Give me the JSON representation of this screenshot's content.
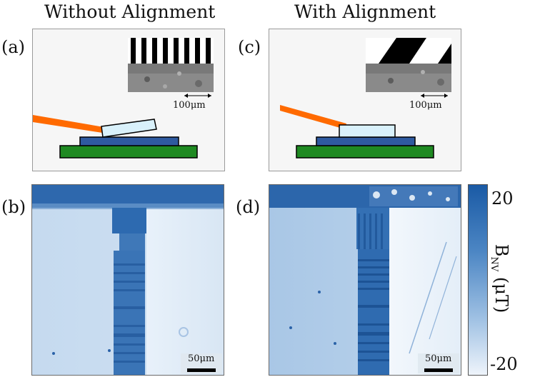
{
  "titles": {
    "left": "Without Alignment",
    "right": "With Alignment"
  },
  "panel_labels": {
    "a": "(a)",
    "b": "(b)",
    "c": "(c)",
    "d": "(d)"
  },
  "insets": {
    "a_scale": "100μm",
    "c_scale": "100μm"
  },
  "maps": {
    "b_scale": "50μm",
    "d_scale": "50μm"
  },
  "colorbar": {
    "label": "B",
    "label_sub": "NV",
    "label_unit": "(μT)",
    "max": "20",
    "min": "-20"
  },
  "colors": {
    "substrate_green": "#1f8a22",
    "layer_blue": "#2f5aa0",
    "chip_lightblue": "#d9f1fb",
    "laser_orange": "#ff6a00",
    "map_base": "#cfe0f2",
    "map_dark": "#1a5aa5"
  }
}
